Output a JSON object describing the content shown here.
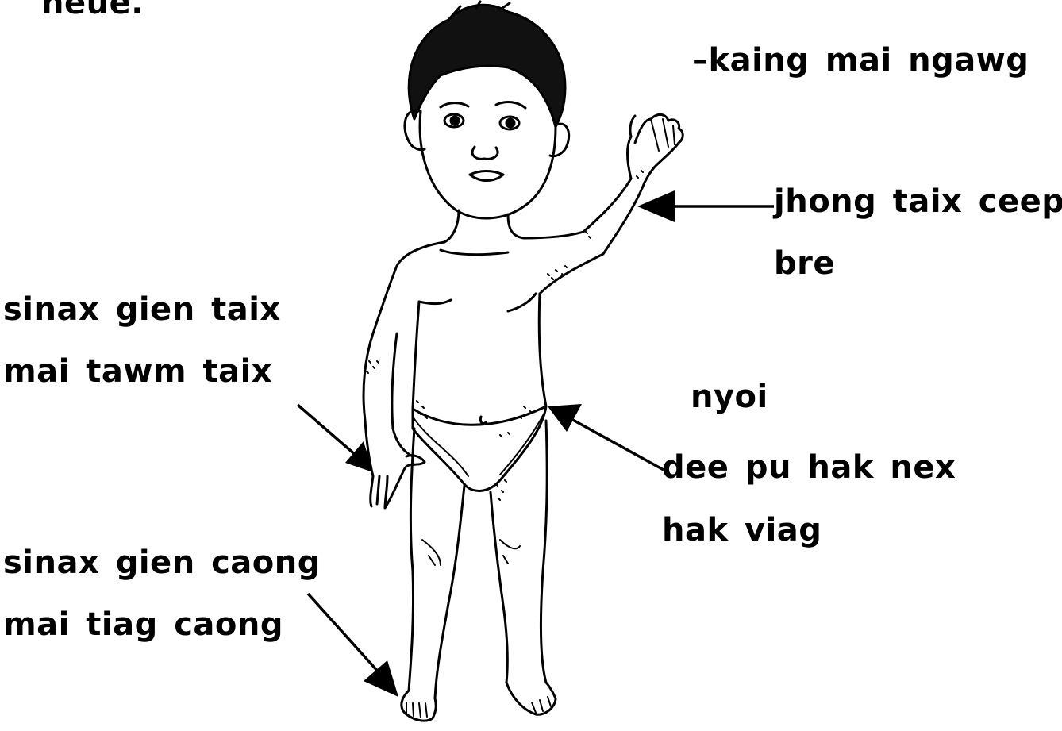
{
  "header_fragment": "neue.",
  "labels": {
    "top_right": "–kaing  mai  ngawg",
    "wrist_line1": "jhong  taix  ceep",
    "wrist_line2": "bre",
    "hand_line1": "sinax  gien  taix",
    "hand_line2": "mai  tawm  taix",
    "waist_line1": "nyoi",
    "waist_line2": "dee  pu  hak  nex",
    "waist_line3": "hak  viag",
    "foot_line1": "sinax  gien  caong",
    "foot_line2": "mai  tiag  caong"
  }
}
